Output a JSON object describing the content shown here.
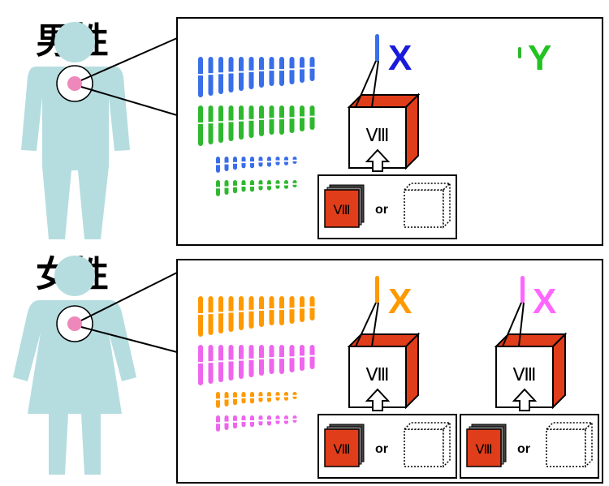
{
  "sections": [
    {
      "title": "男性",
      "chromosome_a": {
        "letter": "X",
        "color": "#1a1adc"
      },
      "chromosome_b": {
        "letter": "Y",
        "color": "#22c222"
      },
      "autosome_colors": [
        "#3a6ee8",
        "#2fb82f"
      ]
    },
    {
      "title": "女性",
      "chromosome_a": {
        "letter": "X",
        "color": "#ff9900"
      },
      "chromosome_b": {
        "letter": "X",
        "color": "#ff66ff"
      },
      "autosome_colors": [
        "#ff9900",
        "#ee66ee"
      ]
    }
  ],
  "gene_box": {
    "label": "Ⅷ",
    "or_label": "or"
  },
  "colors": {
    "body": "#b5dde0",
    "cube_red": "#e03d1a",
    "border": "#000000"
  }
}
